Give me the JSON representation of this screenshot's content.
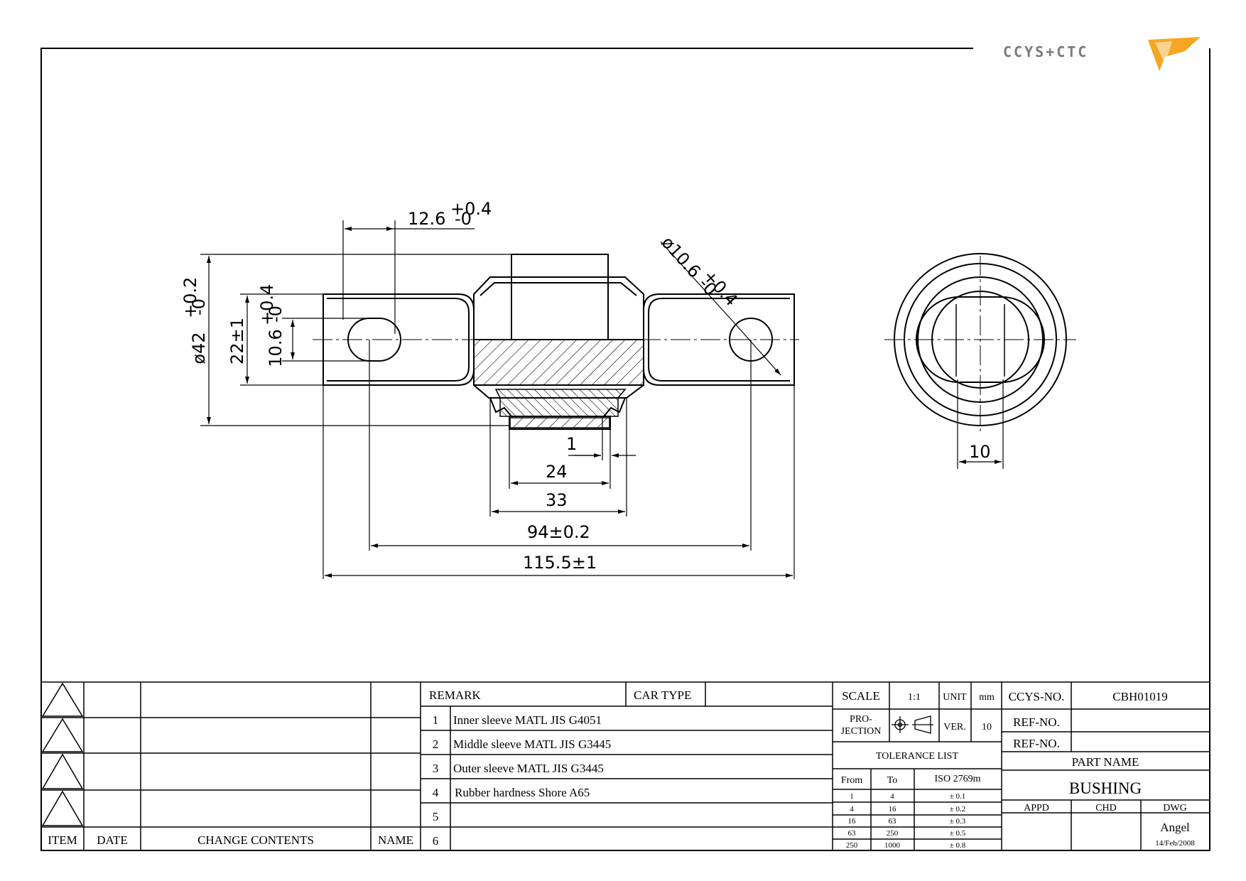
{
  "logo": {
    "text": "CCYS+CTC",
    "accent_color": "#f5a623",
    "text_color": "#7a7a7a"
  },
  "dimensions": {
    "d_slot_width": "12.6",
    "d_slot_width_tol_up": "+0.4",
    "d_slot_width_tol_low": "-0",
    "d_outer_dia": "ø42",
    "d_outer_dia_tol_up": "+0.2",
    "d_outer_dia_tol_low": "-0",
    "d_eye_height": "22±1",
    "d_hole_dia": "10.6",
    "d_hole_tol_up": "+0.4",
    "d_hole_tol_low": "-0",
    "d_hole_dia_right": "ø10.6",
    "d_hole_right_tol_up": "+0.4",
    "d_hole_right_tol_low": "-0",
    "d_1": "1",
    "d_24": "24",
    "d_33": "33",
    "d_94": "94±0.2",
    "d_115": "115.5±1",
    "d_10": "10"
  },
  "revision_table": {
    "headers": {
      "item": "ITEM",
      "date": "DATE",
      "change": "CHANGE CONTENTS",
      "name": "NAME"
    }
  },
  "remarks": {
    "header_remark": "REMARK",
    "header_car_type": "CAR TYPE",
    "rows": [
      {
        "no": "1",
        "text": "Inner sleeve MATL JIS G4051"
      },
      {
        "no": "2",
        "text": "Middle sleeve MATL JIS G3445"
      },
      {
        "no": "3",
        "text": "Outer sleeve MATL JIS G3445"
      },
      {
        "no": "4",
        "text": "Rubber hardness Shore A65"
      },
      {
        "no": "5",
        "text": ""
      },
      {
        "no": "6",
        "text": ""
      }
    ]
  },
  "title_block": {
    "scale_label": "SCALE",
    "scale_value": "1:1",
    "unit_label": "UNIT",
    "unit_value": "mm",
    "projection_label_1": "PRO-",
    "projection_label_2": "JECTION",
    "ver_label": "VER.",
    "ver_value": "10",
    "tolerance_title": "TOLERANCE LIST",
    "tol_headers": {
      "from": "From",
      "to": "To",
      "iso": "ISO 2769m"
    },
    "tolerances": [
      {
        "from": "1",
        "to": "4",
        "tol": "± 0.1"
      },
      {
        "from": "4",
        "to": "16",
        "tol": "± 0.2"
      },
      {
        "from": "16",
        "to": "63",
        "tol": "± 0.3"
      },
      {
        "from": "63",
        "to": "250",
        "tol": "± 0.5"
      },
      {
        "from": "250",
        "to": "1000",
        "tol": "± 0.8"
      }
    ],
    "ccys_no_label": "CCYS-NO.",
    "ccys_no_value": "CBH01019",
    "ref_no_label_1": "REF-NO.",
    "ref_no_label_2": "REF-NO.",
    "part_name_label": "PART NAME",
    "part_name_value": "BUSHING",
    "appd_label": "APPD",
    "chd_label": "CHD",
    "dwg_label": "DWG",
    "dwg_name": "Angel",
    "dwg_date": "14/Feb/2008"
  }
}
